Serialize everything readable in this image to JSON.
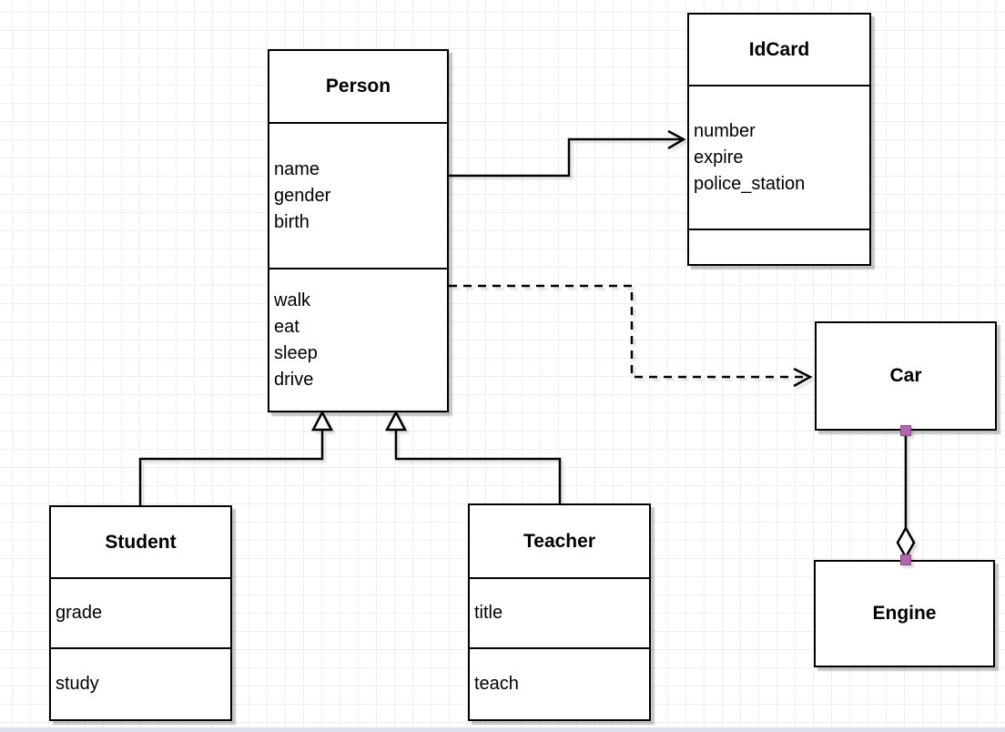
{
  "canvas": {
    "type": "uml-class-diagram"
  },
  "classes": {
    "person": {
      "title": "Person",
      "attributes": [
        "name",
        "gender",
        "birth"
      ],
      "methods": [
        "walk",
        "eat",
        "sleep",
        "drive"
      ]
    },
    "idcard": {
      "title": "IdCard",
      "attributes": [
        "number",
        "expire",
        "police_station"
      ],
      "methods": []
    },
    "car": {
      "title": "Car"
    },
    "engine": {
      "title": "Engine"
    },
    "student": {
      "title": "Student",
      "attributes": [
        "grade"
      ],
      "methods": [
        "study"
      ]
    },
    "teacher": {
      "title": "Teacher",
      "attributes": [
        "title"
      ],
      "methods": [
        "teach"
      ]
    }
  },
  "relationships": [
    {
      "from": "Person",
      "to": "IdCard",
      "type": "association",
      "style": "solid-open-arrow"
    },
    {
      "from": "Person",
      "to": "Car",
      "type": "dependency",
      "style": "dashed-open-arrow"
    },
    {
      "from": "Student",
      "to": "Person",
      "type": "generalization",
      "style": "solid-hollow-triangle"
    },
    {
      "from": "Teacher",
      "to": "Person",
      "type": "generalization",
      "style": "solid-hollow-triangle"
    },
    {
      "from": "Car",
      "to": "Engine",
      "type": "aggregation",
      "style": "solid-hollow-diamond"
    }
  ],
  "colors": {
    "stroke": "#000000",
    "fill": "#ffffff",
    "handle": "#b266b2",
    "grid": "#edeff2",
    "canvas_edge": "#dbe0ea"
  }
}
